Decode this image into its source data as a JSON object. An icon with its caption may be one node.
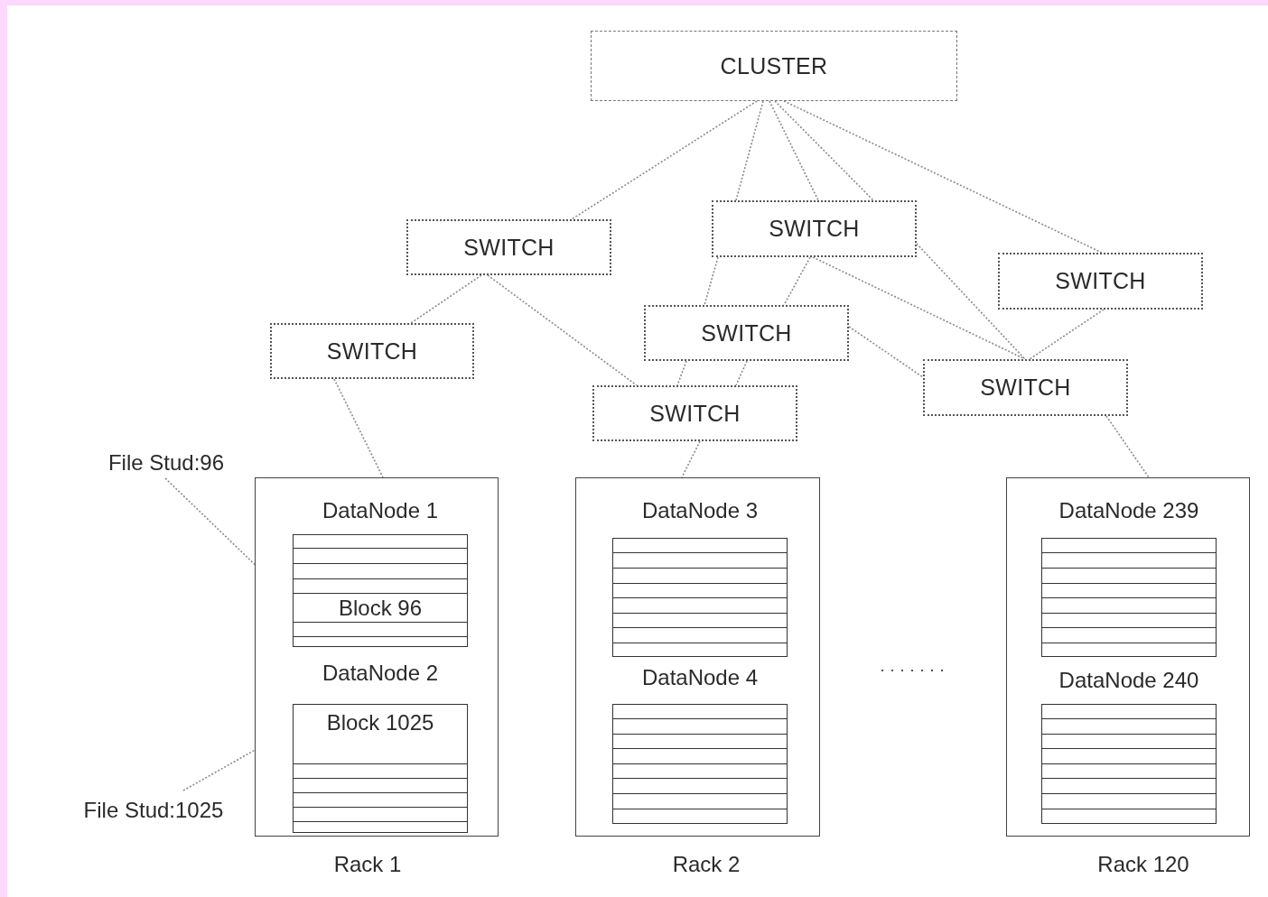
{
  "diagram": {
    "nodes": [
      {
        "text": [
          "CLUSTER"
        ]
      },
      {
        "text": [
          "SWITCH"
        ]
      },
      {
        "text": [
          "SWITCH"
        ]
      },
      {
        "text": [
          "SWITCH"
        ]
      },
      {
        "text": [
          "SWITCH"
        ]
      },
      {
        "text": [
          "SWITCH"
        ]
      },
      {
        "text": [
          "SWITCH"
        ]
      },
      {
        "text": [
          "SWITCH"
        ]
      },
      {
        "text": [],
        "shape": "box",
        "beside": [
          "Rack 1"
        ]
      },
      {
        "text": [
          "DataNode 1",
          "Block 96"
        ],
        "in": 8
      },
      {
        "text": [
          "DataNode 2",
          "Block 1025"
        ],
        "in": 8
      },
      {
        "text": [],
        "shape": "box",
        "beside": [
          "Rack 2"
        ]
      },
      {
        "text": [
          "DataNode 3"
        ],
        "in": 11
      },
      {
        "text": [
          "DataNode 4"
        ],
        "in": 11
      },
      {
        "text": [],
        "shape": "box",
        "beside": [
          "Rack 120"
        ]
      },
      {
        "text": [
          "DataNode 239"
        ],
        "in": 14
      },
      {
        "text": [
          "DataNode 240"
        ],
        "in": 14
      },
      {
        "text": [
          "File Stud:96"
        ]
      },
      {
        "text": [
          "File Stud:1025"
        ]
      }
    ],
    "edges": [
      {
        "from": 0,
        "to": 1,
        "arrow": "none"
      },
      {
        "from": 0,
        "to": 2,
        "arrow": "none"
      },
      {
        "from": 0,
        "to": 2,
        "arrow": "none"
      },
      {
        "from": 0,
        "to": 2,
        "arrow": "none"
      },
      {
        "from": 0,
        "to": 3,
        "arrow": "none"
      },
      {
        "from": 1,
        "to": 4,
        "arrow": "none"
      },
      {
        "from": 1,
        "to": 6,
        "arrow": "none"
      },
      {
        "from": 2,
        "to": 5,
        "arrow": "none"
      },
      {
        "from": 2,
        "to": 5,
        "arrow": "none"
      },
      {
        "from": 2,
        "to": 7,
        "arrow": "none"
      },
      {
        "from": 2,
        "to": 7,
        "arrow": "none"
      },
      {
        "from": 3,
        "to": 7,
        "arrow": "none"
      },
      {
        "from": 5,
        "to": 6,
        "arrow": "none"
      },
      {
        "from": 5,
        "to": 6,
        "arrow": "none"
      },
      {
        "from": 5,
        "to": 7,
        "arrow": "none"
      },
      {
        "from": 4,
        "to": 8,
        "arrow": "none"
      },
      {
        "from": 6,
        "to": 11,
        "arrow": "none"
      },
      {
        "from": 7,
        "to": 14,
        "arrow": "none"
      },
      {
        "from": 17,
        "to": 9,
        "arrow": "none"
      },
      {
        "from": 18,
        "to": 10,
        "arrow": "none"
      }
    ]
  }
}
